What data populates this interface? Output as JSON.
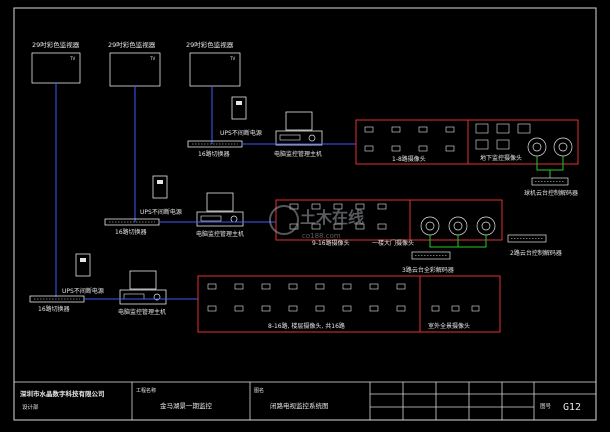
{
  "monitors": [
    {
      "label": "29吋彩色监视器",
      "tag": "TV"
    },
    {
      "label": "29吋彩色监视器",
      "tag": "TV"
    },
    {
      "label": "29吋彩色监视器",
      "tag": "TV"
    }
  ],
  "devices": {
    "ups_top": "UPS不间断电源",
    "switch_top": "16路切换器",
    "host_top": "电脑监控管理主机",
    "ups_mid": "UPS不间断电源",
    "switch_mid": "16路切换器",
    "host_mid": "电脑监控管理主机",
    "ups_bot": "UPS不间断电源",
    "switch_bot": "16路切换器",
    "host_bot": "电脑监控管理主机"
  },
  "camera_groups": {
    "g1_label": "1-8路摄像头",
    "g1_dome_label": "地下监控摄像头",
    "g1_ctrl_label": "球机云台控制解码器",
    "g2_label": "9-16路摄像头",
    "g2_sub_label": "一楼大门摄像头",
    "g2_dome_label": "3路云台全彩解码器",
    "g2_ctrl_label": "2路云台控制解码器",
    "g3_label": "8-16路, 楼层摄像头, 共16路",
    "g3_sub_label": "室外全景摄像头"
  },
  "watermark": {
    "cn": "土木在线",
    "en": "co188.com"
  },
  "title_block": {
    "company": "深圳市水晶数字科技有限公司",
    "dept": "设计部",
    "project_label": "工程名称",
    "project": "金马湖景一期监控",
    "drawing_label": "图名",
    "drawing": "闭路电视监控系统图",
    "sheet_label": "图号",
    "sheet": "G12"
  }
}
